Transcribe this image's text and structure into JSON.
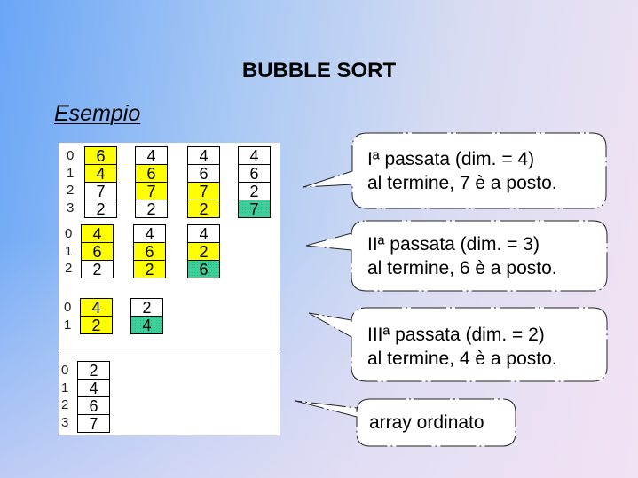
{
  "title": "BUBBLE SORT",
  "subtitle": "Esempio",
  "passes": [
    {
      "indices": [
        "0",
        "1",
        "2",
        "3"
      ],
      "steps": [
        [
          {
            "v": "6",
            "h": "y"
          },
          {
            "v": "4",
            "h": "y"
          },
          {
            "v": "7",
            "h": ""
          },
          {
            "v": "2",
            "h": ""
          }
        ],
        [
          {
            "v": "4",
            "h": ""
          },
          {
            "v": "6",
            "h": "y"
          },
          {
            "v": "7",
            "h": "y"
          },
          {
            "v": "2",
            "h": ""
          }
        ],
        [
          {
            "v": "4",
            "h": ""
          },
          {
            "v": "6",
            "h": ""
          },
          {
            "v": "7",
            "h": "y"
          },
          {
            "v": "2",
            "h": "y"
          }
        ],
        [
          {
            "v": "4",
            "h": ""
          },
          {
            "v": "6",
            "h": ""
          },
          {
            "v": "2",
            "h": ""
          },
          {
            "v": "7",
            "h": "g"
          }
        ]
      ]
    },
    {
      "indices": [
        "0",
        "1",
        "2"
      ],
      "steps": [
        [
          {
            "v": "4",
            "h": "y"
          },
          {
            "v": "6",
            "h": "y"
          },
          {
            "v": "2",
            "h": ""
          }
        ],
        [
          {
            "v": "4",
            "h": ""
          },
          {
            "v": "6",
            "h": "y"
          },
          {
            "v": "2",
            "h": "y"
          }
        ],
        [
          {
            "v": "4",
            "h": ""
          },
          {
            "v": "2",
            "h": "y"
          },
          {
            "v": "6",
            "h": "g"
          }
        ]
      ]
    },
    {
      "indices": [
        "0",
        "1"
      ],
      "steps": [
        [
          {
            "v": "4",
            "h": "y"
          },
          {
            "v": "2",
            "h": "y"
          }
        ],
        [
          {
            "v": "2",
            "h": ""
          },
          {
            "v": "4",
            "h": "g"
          }
        ]
      ]
    },
    {
      "indices": [
        "0",
        "1",
        "2",
        "3"
      ],
      "steps": [
        [
          {
            "v": "2",
            "h": ""
          },
          {
            "v": "4",
            "h": ""
          },
          {
            "v": "6",
            "h": ""
          },
          {
            "v": "7",
            "h": ""
          }
        ]
      ]
    }
  ],
  "callouts": [
    {
      "line1": "Iª passata (dim. = 4)",
      "line2": "al termine, 7 è a posto."
    },
    {
      "line1": "IIª passata (dim. = 3)",
      "line2": "al termine, 6 è a posto."
    },
    {
      "line1": "IIIª passata (dim. = 2)",
      "line2": "al termine, 4 è a posto."
    },
    {
      "line1": "array ordinato"
    }
  ]
}
